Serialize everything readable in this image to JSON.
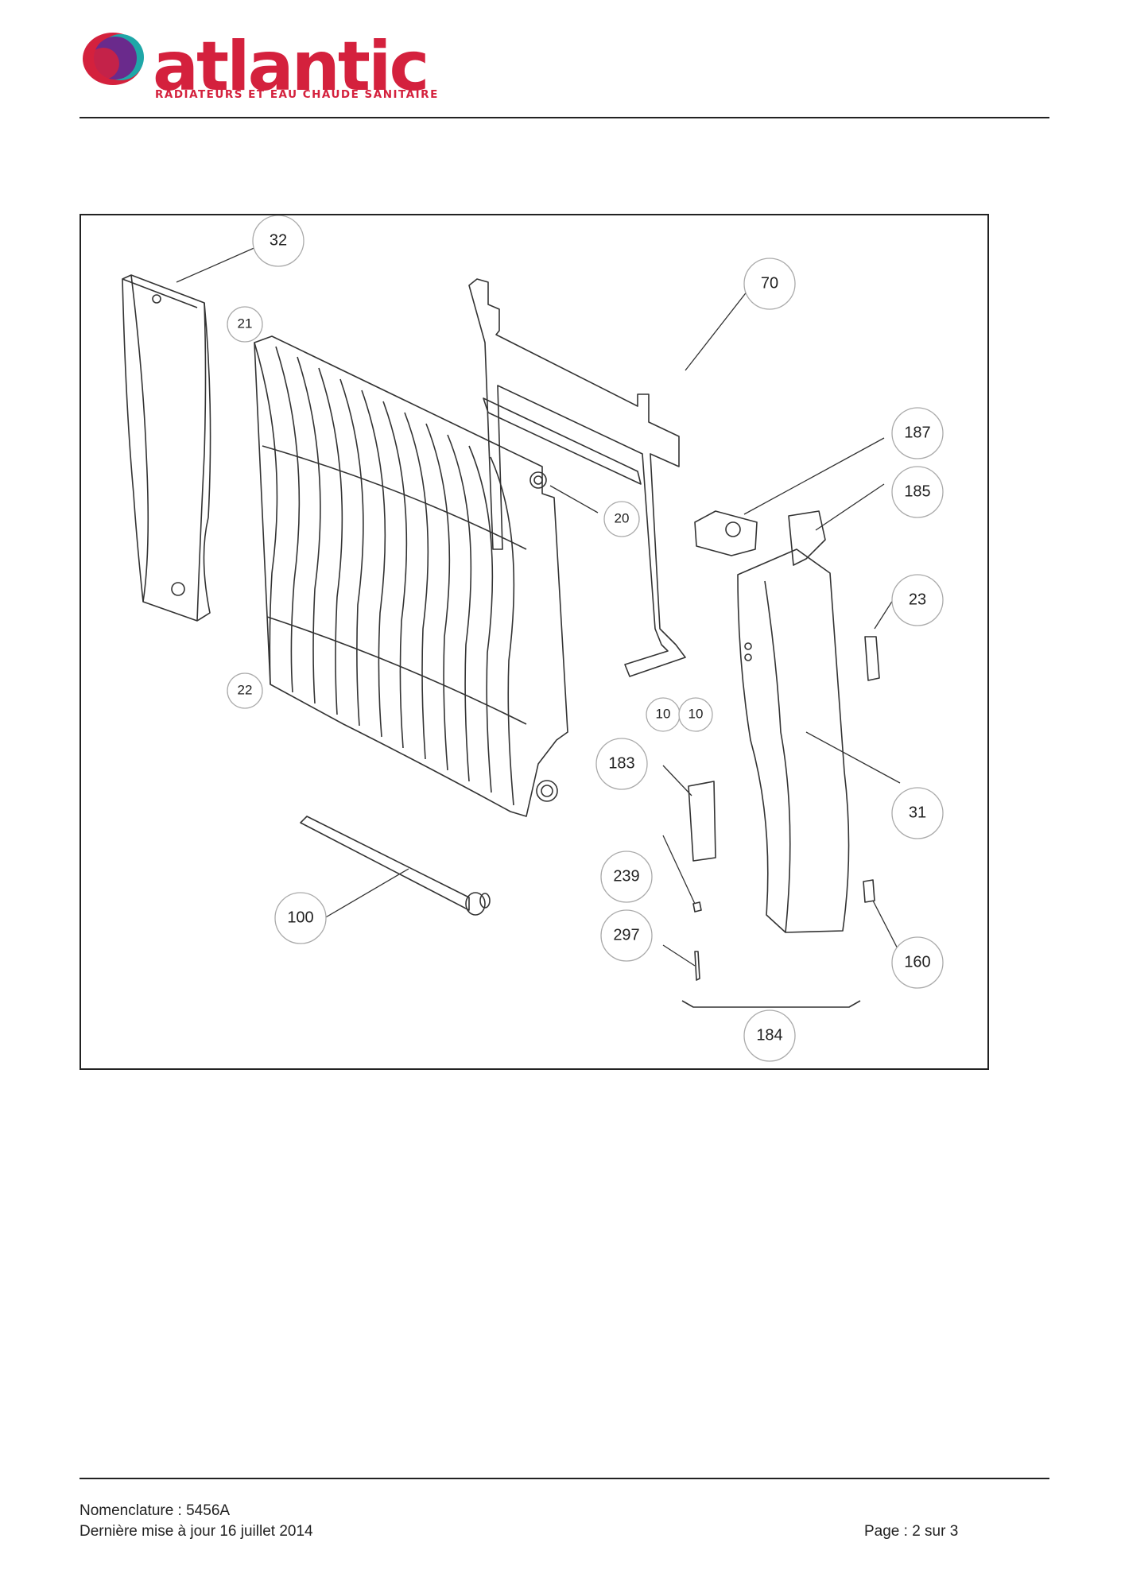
{
  "header": {
    "brand_name": "atlantic",
    "tagline": "RADIATEURS ET EAU CHAUDE SANITAIRE",
    "colors": {
      "brand_red": "#d4213d",
      "logo_purple": "#6a2a8c",
      "logo_teal": "#1fa7a8"
    }
  },
  "diagram": {
    "callouts": [
      "32",
      "21",
      "70",
      "187",
      "185",
      "20",
      "23",
      "22",
      "10",
      "10",
      "183",
      "31",
      "239",
      "100",
      "297",
      "160",
      "184"
    ]
  },
  "footer": {
    "nomenclature": "Nomenclature : 5456A",
    "updated": "Dernière mise à jour 16 juillet 2014",
    "page": "Page : 2 sur 3"
  }
}
